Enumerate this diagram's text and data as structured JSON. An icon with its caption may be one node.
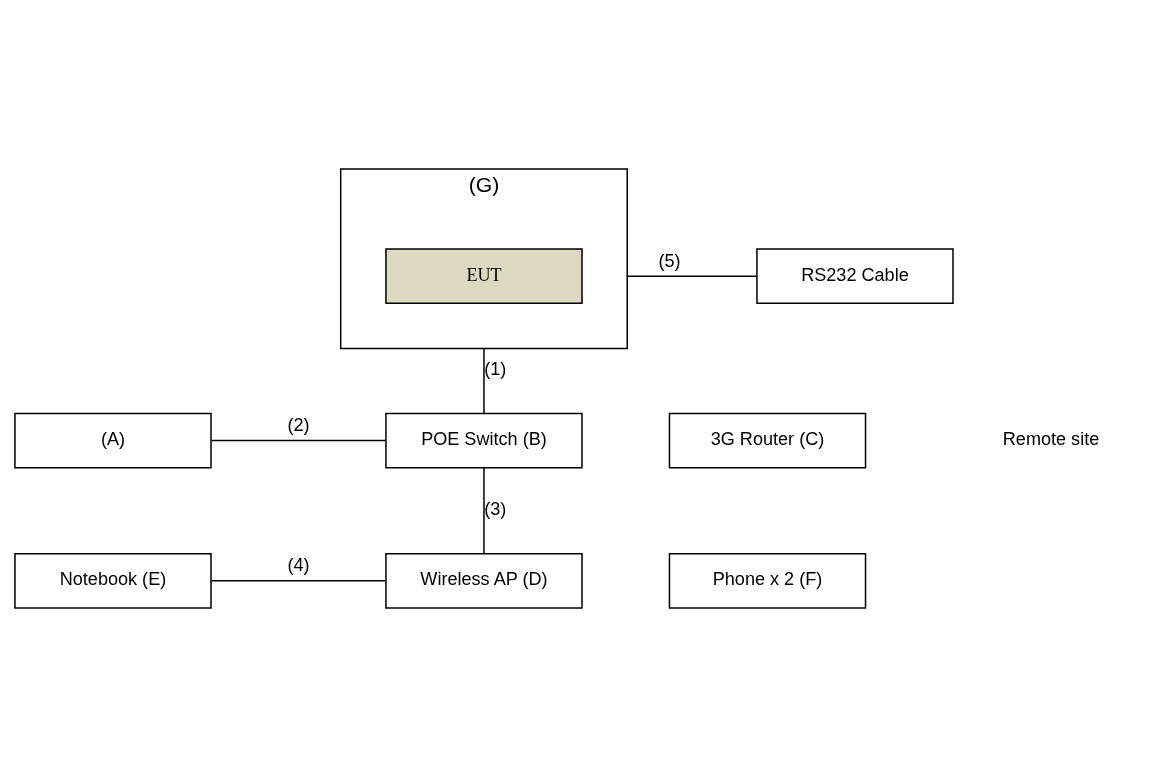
{
  "diagram": {
    "nodes": [
      {
        "text": [
          "(G)"
        ]
      },
      {
        "text": [
          "EUT"
        ],
        "in": 0
      },
      {
        "text": [
          "RS232 Cable"
        ]
      },
      {
        "text": [
          "POE Switch (B)"
        ]
      },
      {
        "text": [
          "(A)"
        ]
      },
      {
        "text": [
          "3G Router (C)"
        ]
      },
      {
        "text": [
          "Wireless AP (D)"
        ]
      },
      {
        "text": [
          "Notebook (E)"
        ]
      },
      {
        "text": [
          "Phone x 2 (F)"
        ]
      }
    ],
    "edges": [
      {
        "from": 2,
        "to": 0,
        "arrow": "none",
        "label": "(5)"
      },
      {
        "from": 0,
        "to": 3,
        "arrow": "none",
        "label": "(1)"
      },
      {
        "from": 4,
        "to": 3,
        "arrow": "none",
        "label": "(2)"
      },
      {
        "from": 3,
        "to": 6,
        "arrow": "none",
        "label": "(3)"
      },
      {
        "from": 7,
        "to": 6,
        "arrow": "none",
        "label": "(4)"
      }
    ],
    "labels": [
      "Remote site"
    ]
  }
}
